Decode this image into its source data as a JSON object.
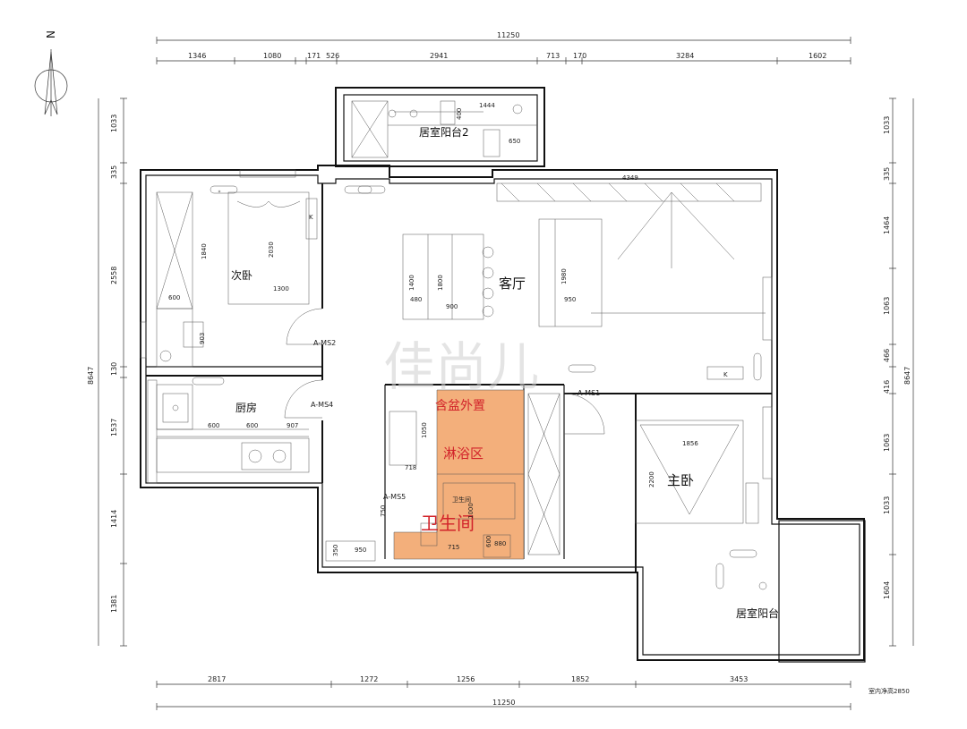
{
  "compass": {
    "label": "N"
  },
  "top_total": "11250",
  "top_segments": [
    "1346",
    "1080",
    "171",
    "526",
    "2941",
    "713",
    "170",
    "3284",
    "1602"
  ],
  "bottom_total": "11250",
  "bottom_segments": [
    "2817",
    "1272",
    "1256",
    "1852",
    "3453"
  ],
  "left_dims": [
    "1033",
    "335",
    "2558",
    "130",
    "1537",
    "1414",
    "1381"
  ],
  "left_total": "8647",
  "right_dims": [
    "1033",
    "335",
    "1464",
    "1063",
    "466",
    "416",
    "1063",
    "1033",
    "1604"
  ],
  "right_total": "8647",
  "ceiling_note": "室内净高2850",
  "watermark": "佳尚儿",
  "rooms": {
    "balcony2": "居室阳台2",
    "second_bedroom": "次卧",
    "living": "客厅",
    "kitchen": "厨房",
    "master": "主卧",
    "master_balcony": "居室阳台",
    "bathroom_small": "卫生间"
  },
  "highlight": {
    "basin": "含盆外置",
    "shower": "淋浴区",
    "bathroom": "卫生间"
  },
  "doors": [
    "A-MS2",
    "A-MS4",
    "A-MS1",
    "A-MS5"
  ],
  "inner_dims": {
    "sb_1840": "1840",
    "sb_2030": "2030",
    "sb_1300": "1300",
    "sb_600": "600",
    "sb_903": "903",
    "lv_1400": "1400",
    "lv_1800": "1800",
    "lv_480": "480",
    "lv_900": "900",
    "lv_1980": "1980",
    "lv_950": "950",
    "lv_4349": "4349",
    "balc_1444": "1444",
    "balc_400": "400",
    "balc_650": "650",
    "k_600a": "600",
    "k_600b": "600",
    "k_907": "907",
    "bt_1050": "1050",
    "bt_718": "718",
    "bt_750": "750",
    "bt_950": "950",
    "bt_350": "350",
    "bt_600": "600",
    "bt_880": "880",
    "bt_715": "715",
    "bt_1000": "1000",
    "mb_1856": "1856",
    "mb_2200": "2200",
    "k_label": "K"
  }
}
